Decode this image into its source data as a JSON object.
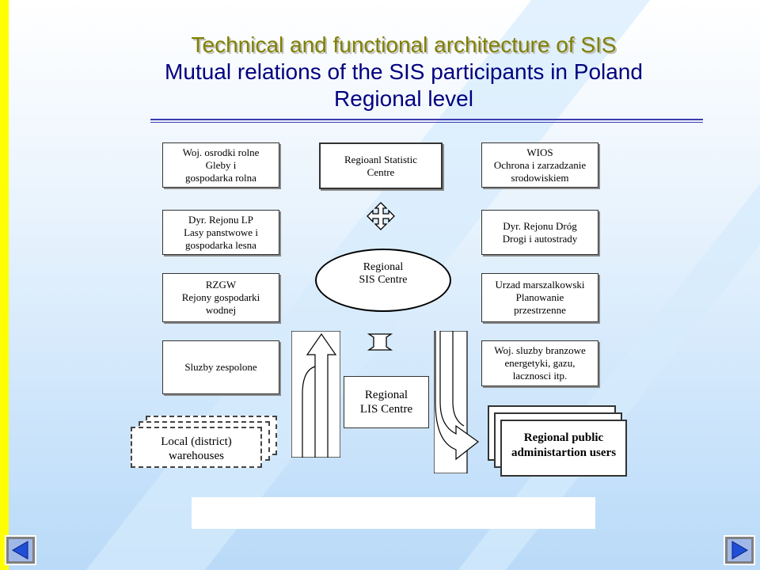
{
  "title": {
    "line1": "Technical and functional architecture of SIS",
    "line2": "Mutual relations of the SIS participants in Poland",
    "line3": "Regional level"
  },
  "boxes": {
    "woj_osrodki": {
      "l1": "Woj. osrodki rolne",
      "l2": "Gleby i",
      "l3": "gospodarka rolna"
    },
    "statistic": {
      "l1": "Regioanl Statistic",
      "l2": "Centre"
    },
    "wios": {
      "l1": "WIOS",
      "l2": "Ochrona i zarzadzanie",
      "l3": "srodowiskiem"
    },
    "dyr_lp": {
      "l1": "Dyr. Rejonu LP",
      "l2": "Lasy panstwowe i",
      "l3": "gospodarka lesna"
    },
    "dyr_drog": {
      "l1": "Dyr. Rejonu Dróg",
      "l2": "Drogi i autostrady"
    },
    "rzgw": {
      "l1": "RZGW",
      "l2": "Rejony gospodarki",
      "l3": "wodnej"
    },
    "urzad": {
      "l1": "Urzad marszalkowski",
      "l2": "Planowanie",
      "l3": "przestrzenne"
    },
    "sluzby": {
      "l1": "Sluzby zespolone"
    },
    "woj_sluzby": {
      "l1": "Woj. sluzby branzowe",
      "l2": "energetyki, gazu,",
      "l3": "lacznosci itp."
    }
  },
  "sis_centre": {
    "l1": "Regional",
    "l2": "SIS Centre"
  },
  "lis_centre": {
    "l1": "Regional",
    "l2": "LIS Centre"
  },
  "local_warehouses": {
    "l1": "Local (district)",
    "l2": "warehouses"
  },
  "public_users": {
    "l1": "Regional public",
    "l2": "administartion users"
  },
  "nav": {
    "prev": "previous-slide",
    "next": "next-slide"
  },
  "colors": {
    "title_olive": "#808000",
    "title_navy": "#000080",
    "accent_yellow": "#ffff00",
    "nav_blue": "#1f4fd6"
  }
}
